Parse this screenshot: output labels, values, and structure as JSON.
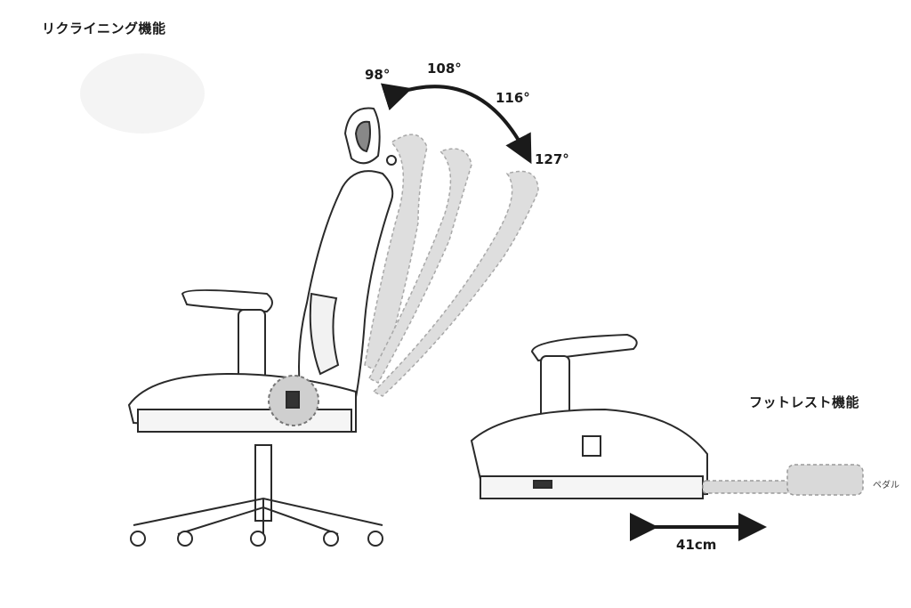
{
  "recline": {
    "heading": "リクライニング機能",
    "angles": [
      "98°",
      "108°",
      "116°",
      "127°"
    ]
  },
  "footrest": {
    "heading": "フットレスト機能",
    "pedal_label": "ペダル",
    "extension": "41cm"
  }
}
